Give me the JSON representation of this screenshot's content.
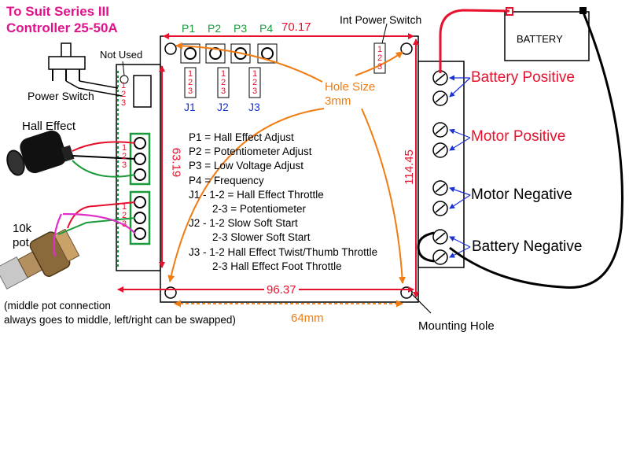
{
  "title": {
    "line1": "To Suit Series III",
    "line2": "Controller 25-50A"
  },
  "pots": [
    "P1",
    "P2",
    "P3",
    "P4"
  ],
  "jumpers": [
    "J1",
    "J2",
    "J3"
  ],
  "pin_numbers": [
    "1",
    "2",
    "3"
  ],
  "labels": {
    "int_power_switch": "Int Power Switch",
    "not_used": "Not Used",
    "power_switch": "Power Switch",
    "hall_effect": "Hall Effect",
    "pot_line1": "10k",
    "pot_line2": "pot",
    "hole_size_line1": "Hole Size",
    "hole_size_line2": "3mm",
    "mounting_hole": "Mounting Hole",
    "pot_note_line1": "(middle pot connection",
    "pot_note_line2": "always goes to middle, left/right can be swapped)",
    "battery": "BATTERY"
  },
  "dimensions": {
    "top": "70.17",
    "left": "63.19",
    "right": "114.45",
    "bottom": "96.37",
    "hole_spacing": "64mm"
  },
  "terminals": [
    "Battery Positive",
    "Motor Positive",
    "Motor Negative",
    "Battery Negative"
  ],
  "legend": [
    "P1 = Hall Effect Adjust",
    "P2 = Potentiometer Adjust",
    "P3 = Low Voltage Adjust",
    "P4 = Frequency",
    "J1 - 1-2 = Hall Effect Throttle",
    "2-3 = Potentiometer",
    "J2 - 1-2 Slow Soft Start",
    "2-3 Slower Soft Start",
    "J3 - 1-2 Hall Effect Twist/Thumb Throttle",
    "2-3 Hall Effect Foot Throttle"
  ],
  "colors": {
    "title": "#e0128c",
    "dimension_red": "#e8112d",
    "arrow_blue": "#1a33d8",
    "annotation_orange": "#f07c12",
    "connector_green": "#1a9a3a"
  }
}
